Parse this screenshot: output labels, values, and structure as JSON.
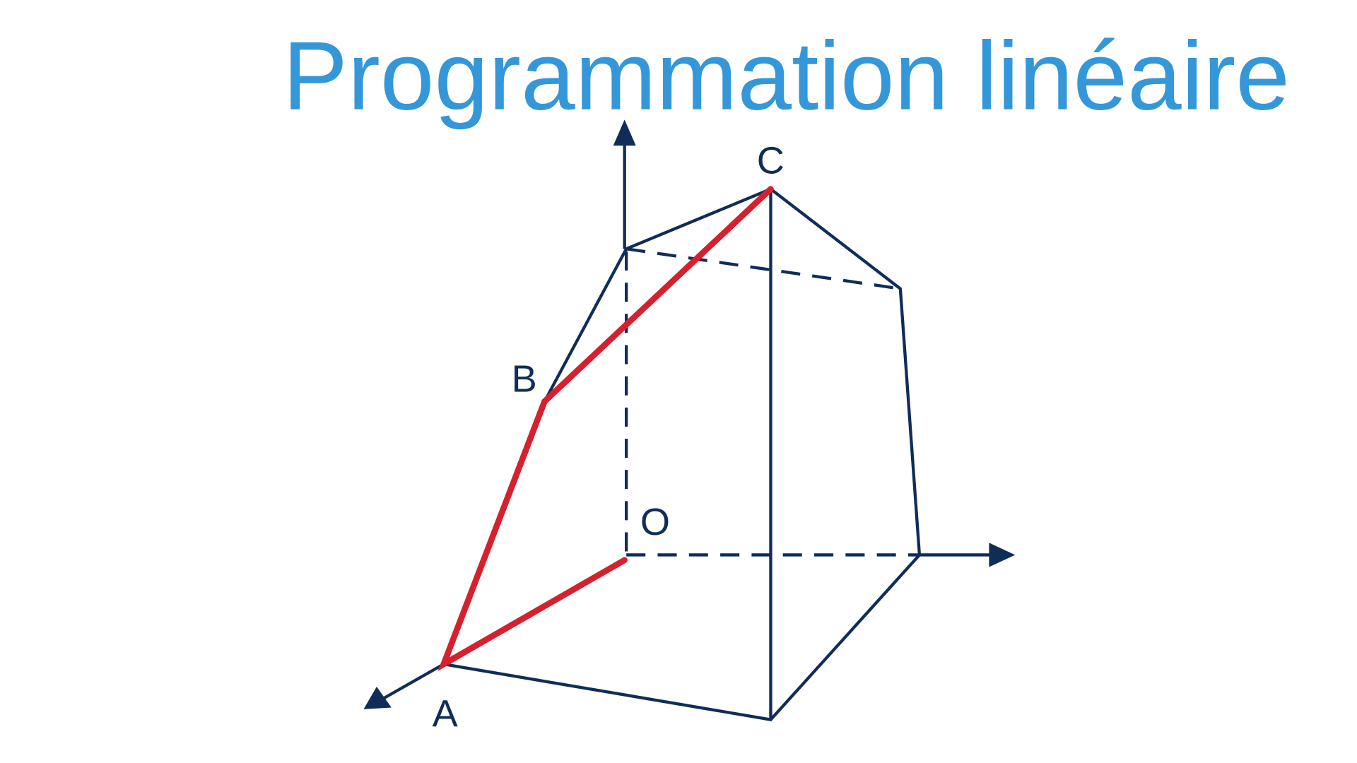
{
  "title": "Programmation linéaire",
  "labels": {
    "A": "A",
    "B": "B",
    "C": "C",
    "O": "O"
  },
  "colors": {
    "title": "#3497d9",
    "edges": "#0f2d57",
    "path": "#d7202e"
  }
}
